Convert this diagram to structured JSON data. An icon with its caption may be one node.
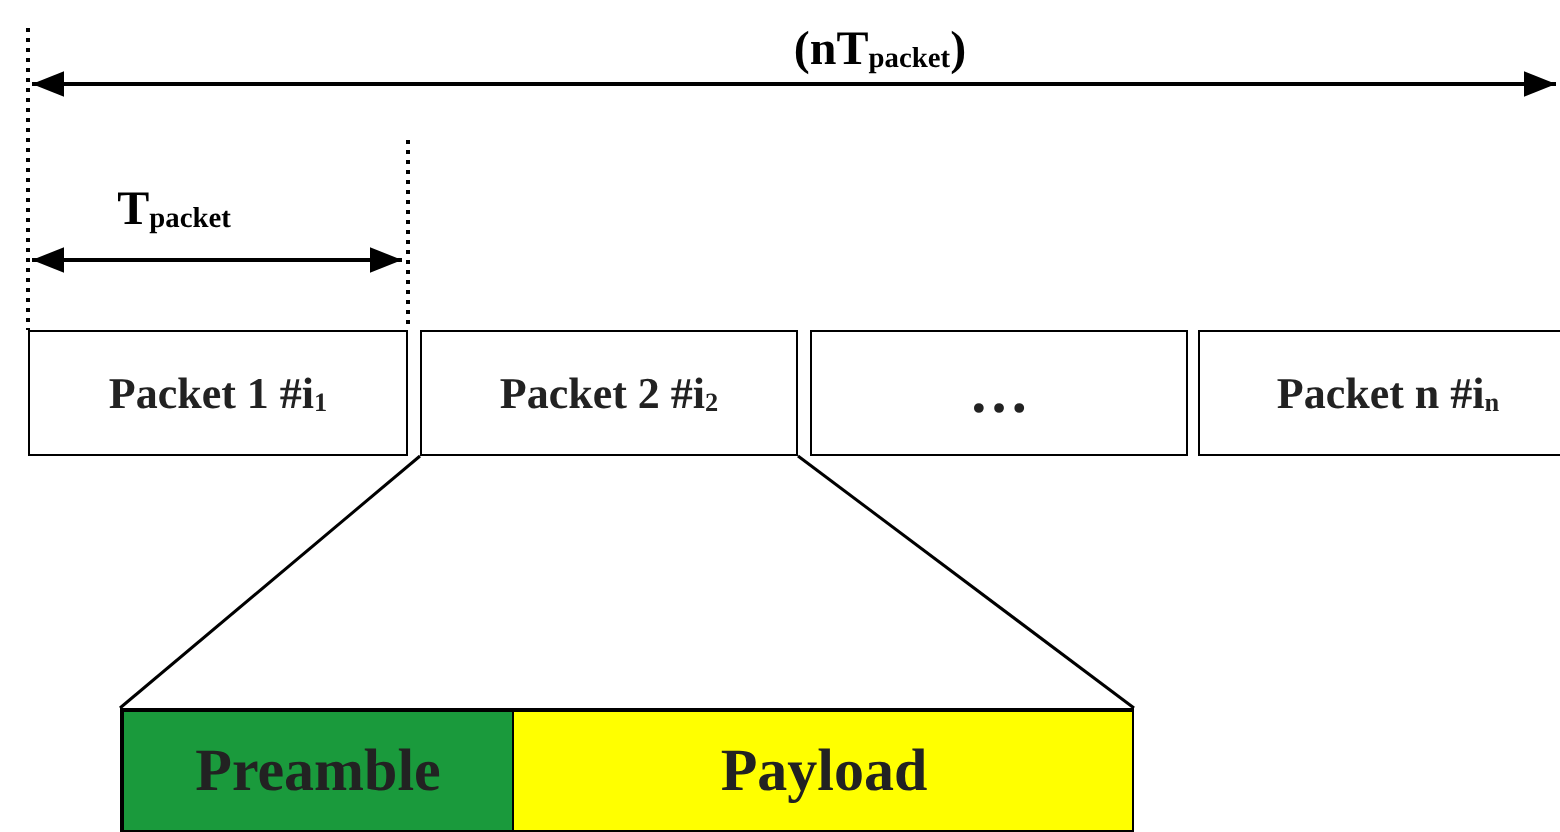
{
  "diagram": {
    "nodes": [
      {
        "text": [
          "Packet 1 #i$_{1}$"
        ]
      },
      {
        "text": [
          "Packet 2 #i$_{2}$"
        ]
      },
      {
        "text": [
          "…"
        ]
      },
      {
        "text": [
          "Packet n #i$_{n}$"
        ]
      },
      {
        "text": [],
        "shape": "bar"
      },
      {
        "text": [
          "Preamble"
        ],
        "in": 4
      },
      {
        "text": [
          "Payload"
        ],
        "in": 4
      }
    ],
    "edges": [
      {
        "from": 1,
        "to": 4,
        "arrow": "none"
      },
      {
        "from": 1,
        "to": 4,
        "arrow": "none"
      }
    ],
    "labels": [
      "(nT$_{packet}$)",
      "T$_{packet}$"
    ]
  }
}
